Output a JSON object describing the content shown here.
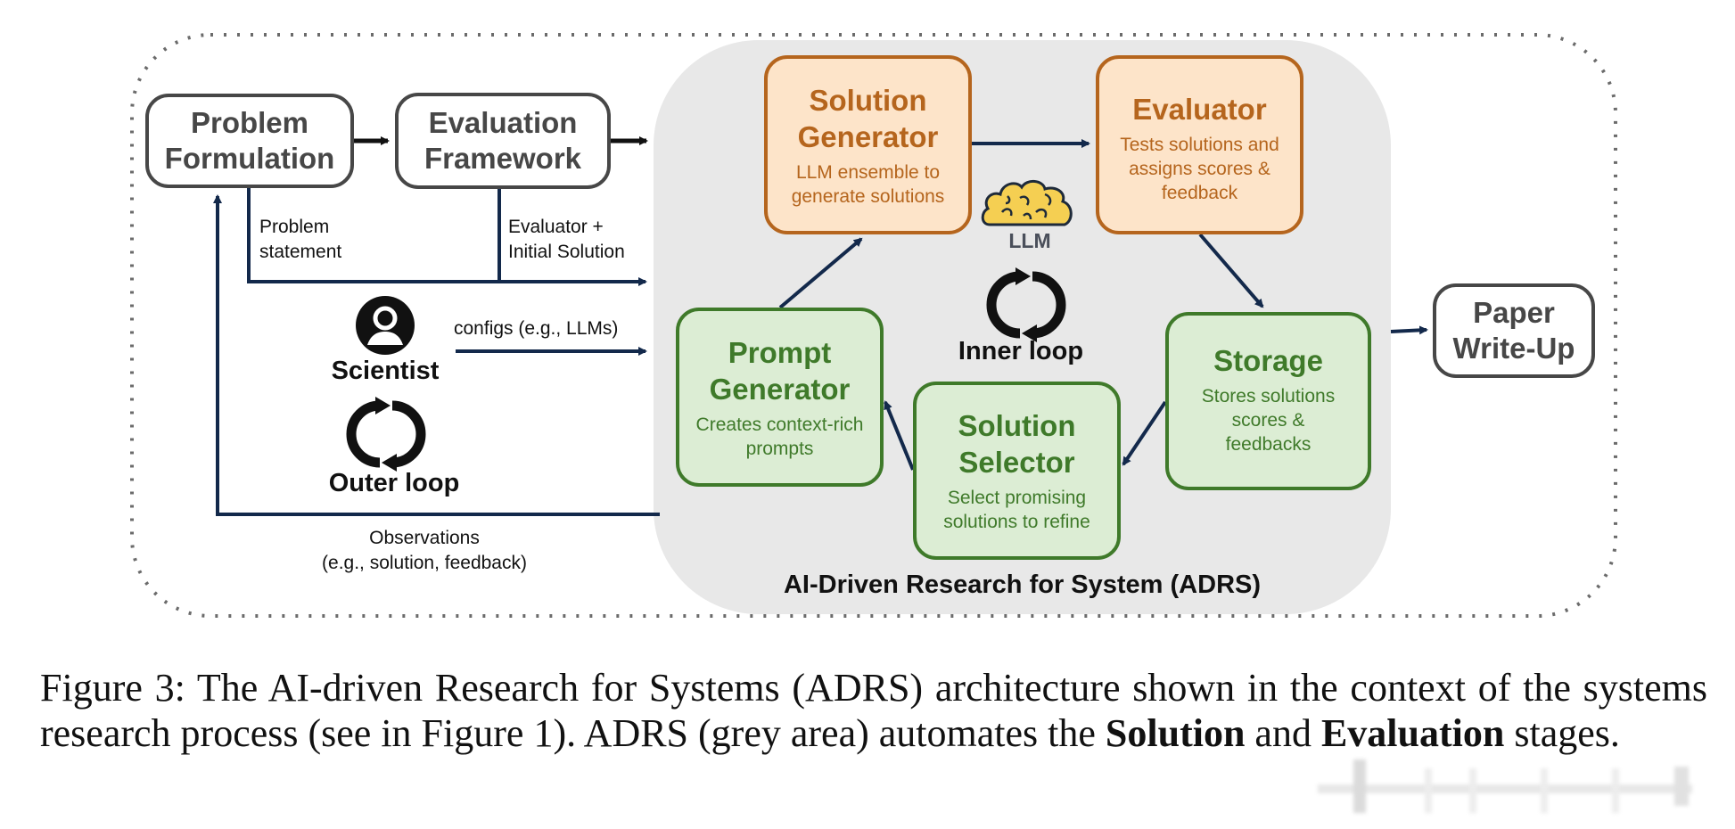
{
  "figure": {
    "nodes": {
      "problem_formulation": {
        "title_line1": "Problem",
        "title_line2": "Formulation"
      },
      "evaluation_framework": {
        "title_line1": "Evaluation",
        "title_line2": "Framework"
      },
      "solution_generator": {
        "title_line1": "Solution",
        "title_line2": "Generator",
        "desc_line1": "LLM ensemble to",
        "desc_line2": "generate solutions"
      },
      "evaluator": {
        "title": "Evaluator",
        "desc_line1": "Tests solutions and",
        "desc_line2": "assigns scores &",
        "desc_line3": "feedback"
      },
      "prompt_generator": {
        "title_line1": "Prompt",
        "title_line2": "Generator",
        "desc_line1": "Creates context-rich",
        "desc_line2": "prompts"
      },
      "solution_selector": {
        "title_line1": "Solution",
        "title_line2": "Selector",
        "desc_line1": "Select promising",
        "desc_line2": "solutions to refine"
      },
      "storage": {
        "title": "Storage",
        "desc_line1": "Stores solutions",
        "desc_line2": "scores &",
        "desc_line3": "feedbacks"
      },
      "paper_writeup": {
        "title_line1": "Paper",
        "title_line2": "Write-Up"
      }
    },
    "edge_labels": {
      "problem_statement_line1": "Problem",
      "problem_statement_line2": "statement",
      "evaluator_initial_line1": "Evaluator +",
      "evaluator_initial_line2": "Initial Solution",
      "configs": "configs (e.g., LLMs)",
      "observations_line1": "Observations",
      "observations_line2": "(e.g., solution, feedback)"
    },
    "actors": {
      "scientist": "Scientist",
      "outer_loop": "Outer loop",
      "llm": "LLM",
      "inner_loop": "Inner loop"
    },
    "adrs_label": "AI-Driven Research for System (ADRS)",
    "colors": {
      "orange_stroke": "#b5651d",
      "orange_fill": "#fde4c9",
      "green_stroke": "#3f7a2a",
      "green_fill": "#dcedd4",
      "grey_area": "#e8e8e8",
      "arrow": "#13294b",
      "plain_stroke": "#474747"
    }
  },
  "caption": {
    "prefix": "Figure 3: The AI-driven Research for Systems (ADRS) architecture shown in the context of the systems research process (see in Figure 1). ADRS (grey area) automates the ",
    "bold1": "Solution",
    "mid": " and ",
    "bold2": "Evaluation",
    "suffix": " stages."
  }
}
